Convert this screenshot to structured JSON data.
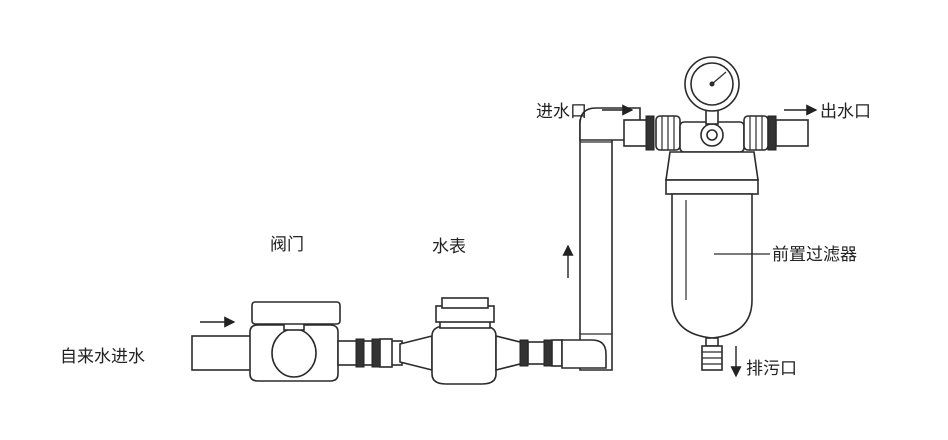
{
  "labels": {
    "inlet_tap": "自来水进水",
    "valve": "阀门",
    "meter": "水表",
    "filter_in": "进水口",
    "filter_out": "出水口",
    "filter": "前置过滤器",
    "drain": "排污口"
  },
  "icons": {
    "flow_arrow": "arrow-right-icon",
    "up_arrow": "arrow-up-icon",
    "down_arrow": "arrow-down-icon"
  }
}
